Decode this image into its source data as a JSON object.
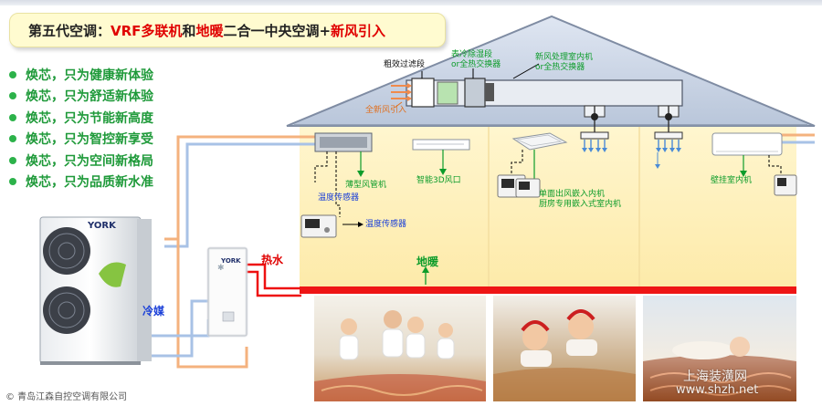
{
  "title": {
    "part1": "第五代空调：",
    "part2": "VRF多联机",
    "part3": "和",
    "part4": "地暖",
    "part5": "二合一中央空调+",
    "part6": "新风引入"
  },
  "features": [
    "焕芯，只为健康新体验",
    "焕芯，只为舒适新体验",
    "焕芯，只为节能新高度",
    "焕芯，只为智控新享受",
    "焕芯，只为空间新格局",
    "焕芯，只为品质新水准"
  ],
  "brand": "YORK",
  "labels": {
    "filter": "粗效过滤段",
    "heat_exchanger": "表冷除湿段\nor全热交换器",
    "fresh_air_indoor": "新风处理室内机\nor全热交换器",
    "fresh_air_inlet": "全新风引入",
    "duct_unit": "薄型风管机",
    "temp_sensor_1": "温度传感器",
    "temp_sensor_2": "温度传感器",
    "air_outlet": "智能3D风口",
    "cassette": "单面出风嵌入内机\n厨房专用嵌入式室内机",
    "wall_unit": "壁挂室内机",
    "hot_water": "热水",
    "floor_heating": "地暖",
    "refrigerant": "冷媒"
  },
  "copyright": "© 青岛江森自控空调有限公司",
  "watermark": {
    "cn": "上海装潢网",
    "url": "www.shzh.net"
  }
}
